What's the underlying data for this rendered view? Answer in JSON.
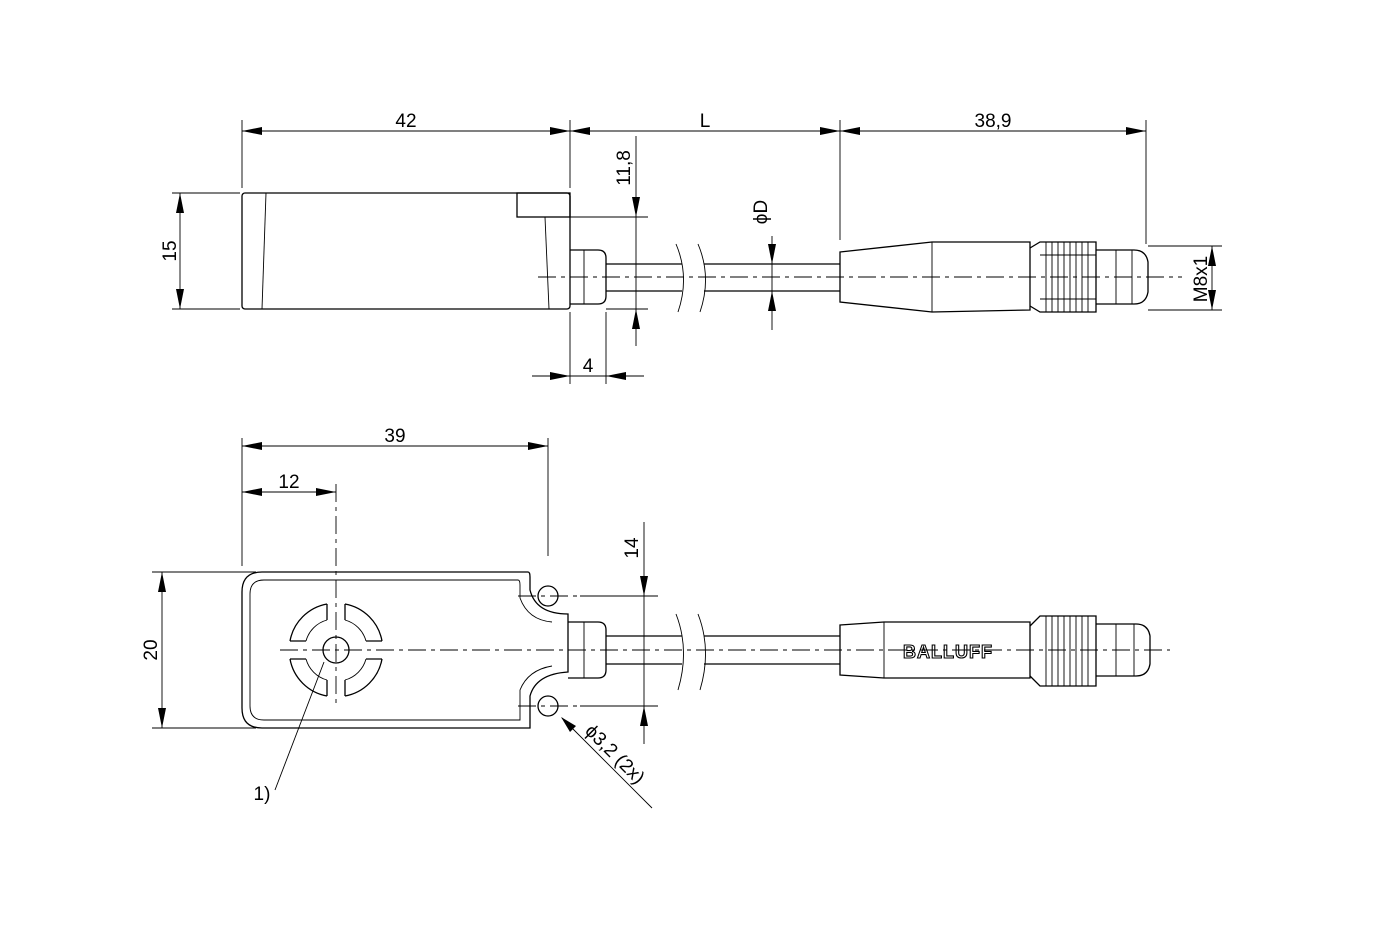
{
  "dimensions": {
    "side_view": {
      "body_length": "42",
      "cable_length": "L",
      "connector_length": "38,9",
      "height": "15",
      "cable_offset": "11,8",
      "cable_diameter": "ϕD",
      "thread": "M8x1",
      "nose_length": "4"
    },
    "top_view": {
      "body_length": "39",
      "center_offset": "12",
      "width": "20",
      "hole_spacing": "14",
      "hole_diameter": "ϕ3,2 (2x)"
    }
  },
  "callout": "1)",
  "brand_mark": "BALLUFF",
  "colors": {
    "line": "#000000",
    "background": "#ffffff"
  }
}
